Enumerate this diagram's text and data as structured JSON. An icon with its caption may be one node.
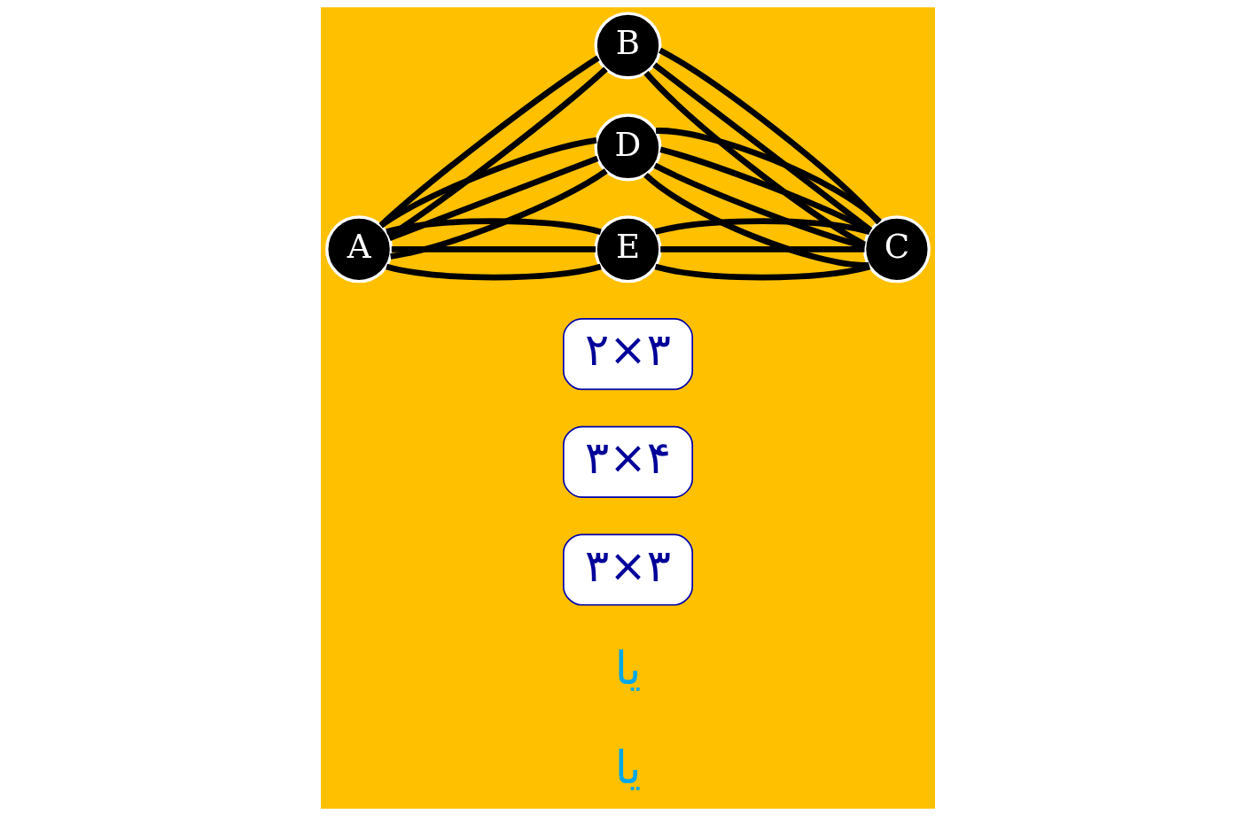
{
  "diagram": {
    "nodes": [
      {
        "text": [
          "A"
        ]
      },
      {
        "text": [
          "B"
        ]
      },
      {
        "text": [
          "C"
        ]
      },
      {
        "text": [
          "D"
        ]
      },
      {
        "text": [
          "E"
        ]
      },
      {
        "text": [
          "۲×۳"
        ]
      },
      {
        "text": [
          "۳×۴"
        ]
      },
      {
        "text": [
          "۳×۳"
        ]
      }
    ],
    "edges": [
      {
        "from": 0,
        "to": 1,
        "arrow": "none"
      },
      {
        "from": 0,
        "to": 1,
        "arrow": "none"
      },
      {
        "from": 1,
        "to": 2,
        "arrow": "none"
      },
      {
        "from": 1,
        "to": 2,
        "arrow": "none"
      },
      {
        "from": 1,
        "to": 2,
        "arrow": "none"
      },
      {
        "from": 0,
        "to": 3,
        "arrow": "none"
      },
      {
        "from": 0,
        "to": 3,
        "arrow": "none"
      },
      {
        "from": 0,
        "to": 3,
        "arrow": "none"
      },
      {
        "from": 3,
        "to": 2,
        "arrow": "none"
      },
      {
        "from": 3,
        "to": 2,
        "arrow": "none"
      },
      {
        "from": 3,
        "to": 2,
        "arrow": "none"
      },
      {
        "from": 3,
        "to": 2,
        "arrow": "none"
      },
      {
        "from": 0,
        "to": 4,
        "arrow": "none"
      },
      {
        "from": 0,
        "to": 4,
        "arrow": "none"
      },
      {
        "from": 0,
        "to": 4,
        "arrow": "none"
      },
      {
        "from": 4,
        "to": 2,
        "arrow": "none"
      },
      {
        "from": 4,
        "to": 2,
        "arrow": "none"
      },
      {
        "from": 4,
        "to": 2,
        "arrow": "none"
      }
    ],
    "labels": [
      "یا",
      "یا"
    ]
  }
}
